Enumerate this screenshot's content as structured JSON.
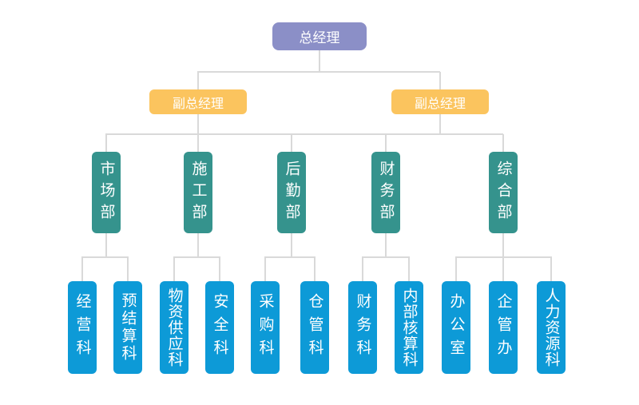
{
  "colors": {
    "root_box": "#8b8fc7",
    "deputy_box": "#fbc45e",
    "department_box": "#35938d",
    "section_box": "#0d9ad7",
    "connector_line": "#d9d9d9",
    "text": "#ffffff",
    "background": "#ffffff"
  },
  "org": {
    "root": {
      "label": "总经理"
    },
    "deputies": [
      {
        "label": "副总经理"
      },
      {
        "label": "副总经理"
      }
    ],
    "departments": [
      {
        "label": "市场部",
        "sections": [
          {
            "label": "经营科"
          },
          {
            "label": "预结算科"
          }
        ]
      },
      {
        "label": "施工部",
        "sections": [
          {
            "label": "物资供应科"
          },
          {
            "label": "安全科"
          }
        ]
      },
      {
        "label": "后勤部",
        "sections": [
          {
            "label": "采购科"
          },
          {
            "label": "仓管科"
          }
        ]
      },
      {
        "label": "财务部",
        "sections": [
          {
            "label": "财务科"
          },
          {
            "label": "内部核算科"
          }
        ]
      },
      {
        "label": "综合部",
        "sections": [
          {
            "label": "办公室"
          },
          {
            "label": "企管办"
          },
          {
            "label": "人力资源科"
          }
        ]
      }
    ]
  }
}
